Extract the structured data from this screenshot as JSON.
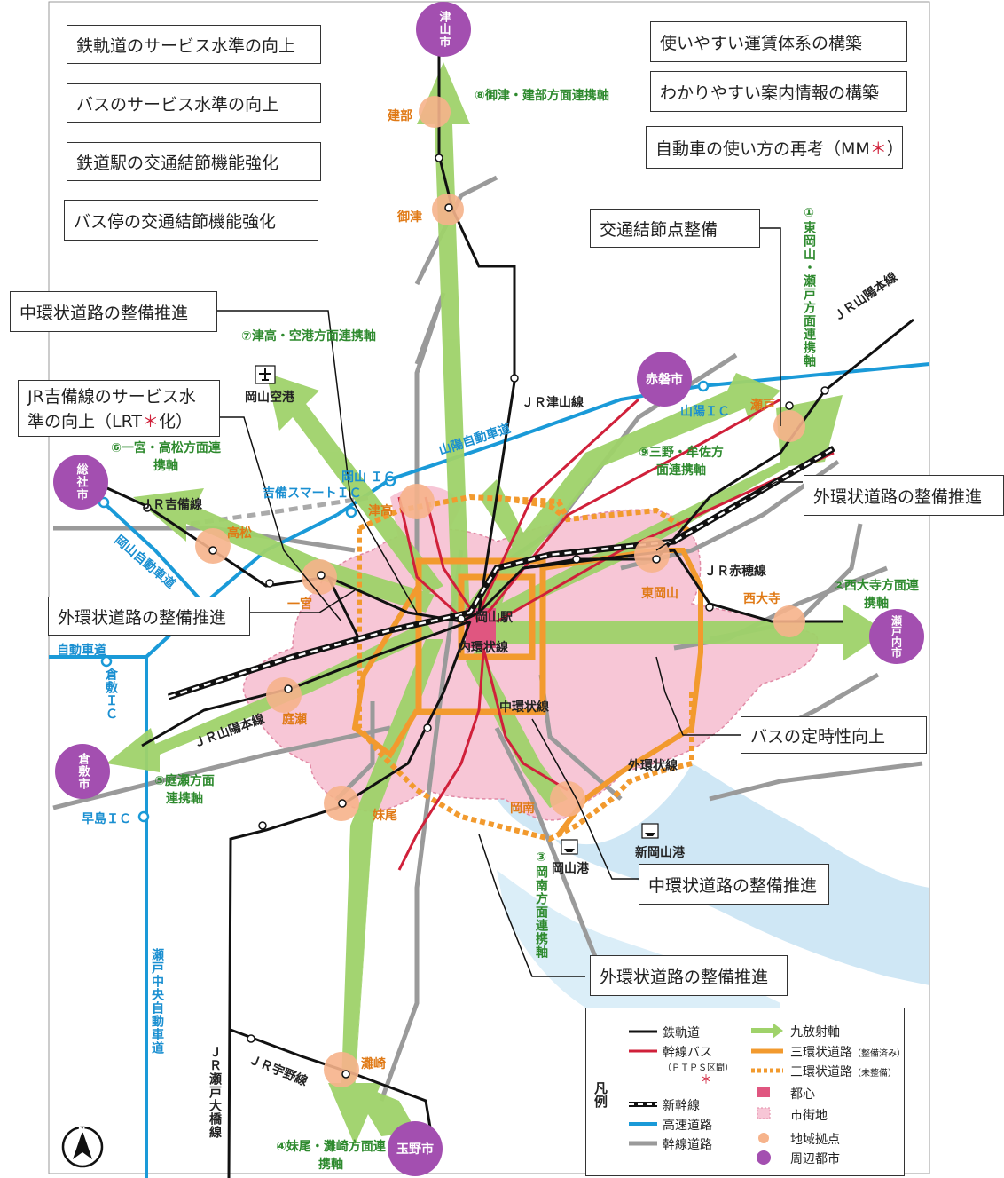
{
  "measure_boxes": {
    "rail_service": "鉄軌道のサービス水準の向上",
    "bus_service": "バスのサービス水準の向上",
    "station_node": "鉄道駅の交通結節機能強化",
    "bus_stop_node": "バス停の交通結節機能強化",
    "fare_system": "使いやすい運賃体系の構築",
    "guide_info": "わかりやすい案内情報の構築",
    "car_use": "自動車の使い方の再考（MM",
    "car_use_mark": "＊",
    "car_use_close": "）",
    "node_dev": "交通結節点整備",
    "middle_ring_1": "中環状道路の整備推進",
    "jr_kibi": "JR吉備線のサービス水準の向上（LRT",
    "jr_kibi_mark": "＊",
    "jr_kibi_close": "化）",
    "outer_ring_1": "外環状道路の整備推進",
    "outer_ring_2": "外環状道路の整備推進",
    "bus_punctuality": "バスの定時性向上",
    "middle_ring_2": "中環状道路の整備推進",
    "outer_ring_3": "外環状道路の整備推進"
  },
  "axes": {
    "a1": "①東岡山・瀬戸方面連携軸",
    "a2": "②西大寺方面連携軸",
    "a3": "③岡南方面連携軸",
    "a4": "④妹尾・灘崎方面連携軸",
    "a5": "⑤庭瀬方面連携軸",
    "a6": "⑥一宮・高松方面連携軸",
    "a7": "⑦津高・空港方面連携軸",
    "a8": "⑧御津・建部方面連携軸",
    "a9": "⑨三野・牟佐方面連携軸"
  },
  "cities": {
    "tsuyama": "津山市",
    "akaiwa": "赤磐市",
    "soja": "総社市",
    "setouchi": "瀬戸内市",
    "kurashiki": "倉敷市",
    "tamano": "玉野市"
  },
  "local_hubs": {
    "takebe": "建部",
    "mitsu": "御津",
    "seto": "瀬戸",
    "tsudaka": "津高",
    "takamatsu": "高松",
    "ichinomiya": "一宮",
    "higashiokayama": "東岡山",
    "saidaiji": "西大寺",
    "niwase": "庭瀬",
    "senoo": "妹尾",
    "konan": "岡南",
    "nadasaki": "灘崎"
  },
  "lines": {
    "jr_tsuyama": "ＪＲ津山線",
    "jr_sanyo_east": "ＪＲ山陽本線",
    "jr_kibi": "ＪＲ吉備線",
    "jr_ako": "ＪＲ赤穂線",
    "jr_sanyo_west": "ＪＲ山陽本線",
    "jr_uno": "ＪＲ宇野線",
    "jr_seto_ohashi": "ＪＲ瀬戸大橋線",
    "sanyo_expressway": "山陽自動車道",
    "okayama_expressway": "岡山自動車道",
    "expressway_left": "自動車道",
    "seto_chuo": "瀬戸中央自動車道"
  },
  "places": {
    "okayama_station": "岡山駅",
    "inner_ring": "内環状線",
    "middle_ring": "中環状線",
    "outer_ring": "外環状線",
    "okayama_airport": "岡山空港",
    "okayama_ic": "岡山 ＩＣ",
    "kibi_smart_ic": "吉備スマートＩＣ",
    "sanyo_ic": "山陽ＩＣ",
    "kurashiki_ic": "倉敷ＩＣ",
    "hayashima_ic": "早島ＩＣ",
    "okayama_port": "岡山港",
    "new_okayama_port": "新岡山港"
  },
  "legend": {
    "title": "凡例",
    "railway": "鉄軌道",
    "trunk_bus": "幹線バス",
    "trunk_bus_sub": "（ＰＴＰＳ区間）",
    "trunk_bus_mark": "＊",
    "shinkansen": "新幹線",
    "expressway": "高速道路",
    "trunk_road": "幹線道路",
    "radial_axis": "九放射軸",
    "ring_done": "三環状道路",
    "ring_done_sub": "（整備済み）",
    "ring_plan": "三環状道路",
    "ring_plan_sub": "（未整備）",
    "center": "都心",
    "urban_area": "市街地",
    "local_hub": "地域拠点",
    "nearby_city": "周辺都市"
  },
  "north_mark": "N",
  "colors": {
    "axis_green": "#9fd26a",
    "axis_text_green": "#2e8a2e",
    "railway": "#111111",
    "trunk_bus": "#d0203a",
    "expressway": "#1a9ad8",
    "trunk_road": "#9a9a9a",
    "ring_orange": "#f29a2e",
    "urban_pink": "#f7c6d6",
    "center_pink": "#e05680",
    "hub_orange": "#f6b38b",
    "city_purple": "#a34fb0",
    "sea_blue": "#cfe7f5"
  }
}
